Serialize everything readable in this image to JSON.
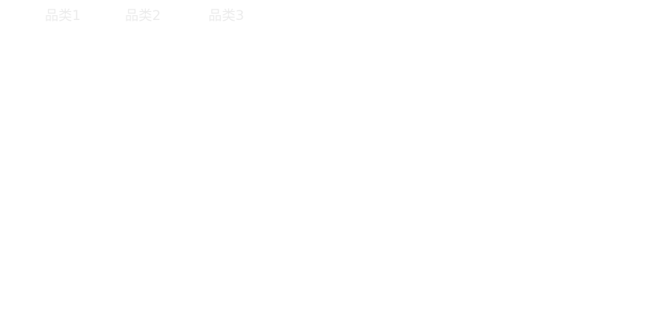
{
  "tabs": [
    {
      "label": "品类1"
    },
    {
      "label": "品类2"
    },
    {
      "label": "品类3"
    }
  ],
  "colors": {
    "background": "#ffffff",
    "tab_text": "#ececec"
  }
}
